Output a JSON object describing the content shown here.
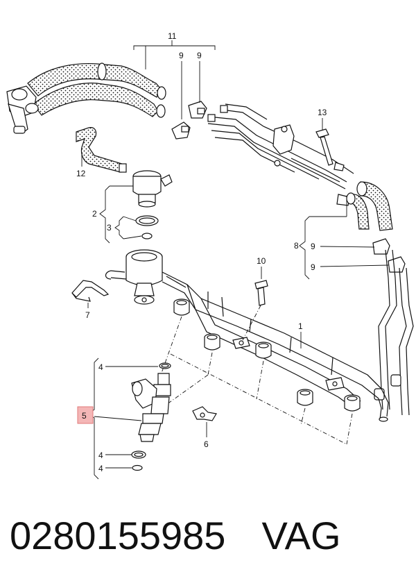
{
  "callouts": {
    "c1": "1",
    "c2": "2",
    "c3": "3",
    "c4a": "4",
    "c4b": "4",
    "c4c": "4",
    "c5": "5",
    "c6": "6",
    "c7": "7",
    "c8": "8",
    "c9a": "9",
    "c9b": "9",
    "c9c": "9",
    "c9d": "9",
    "c10": "10",
    "c11": "11",
    "c12": "12",
    "c13": "13"
  },
  "caption": {
    "part_number": "0280155985",
    "brand": "VAG"
  },
  "colors": {
    "highlight_box": "#f4b6b6",
    "highlight_border": "#e07a7a"
  }
}
